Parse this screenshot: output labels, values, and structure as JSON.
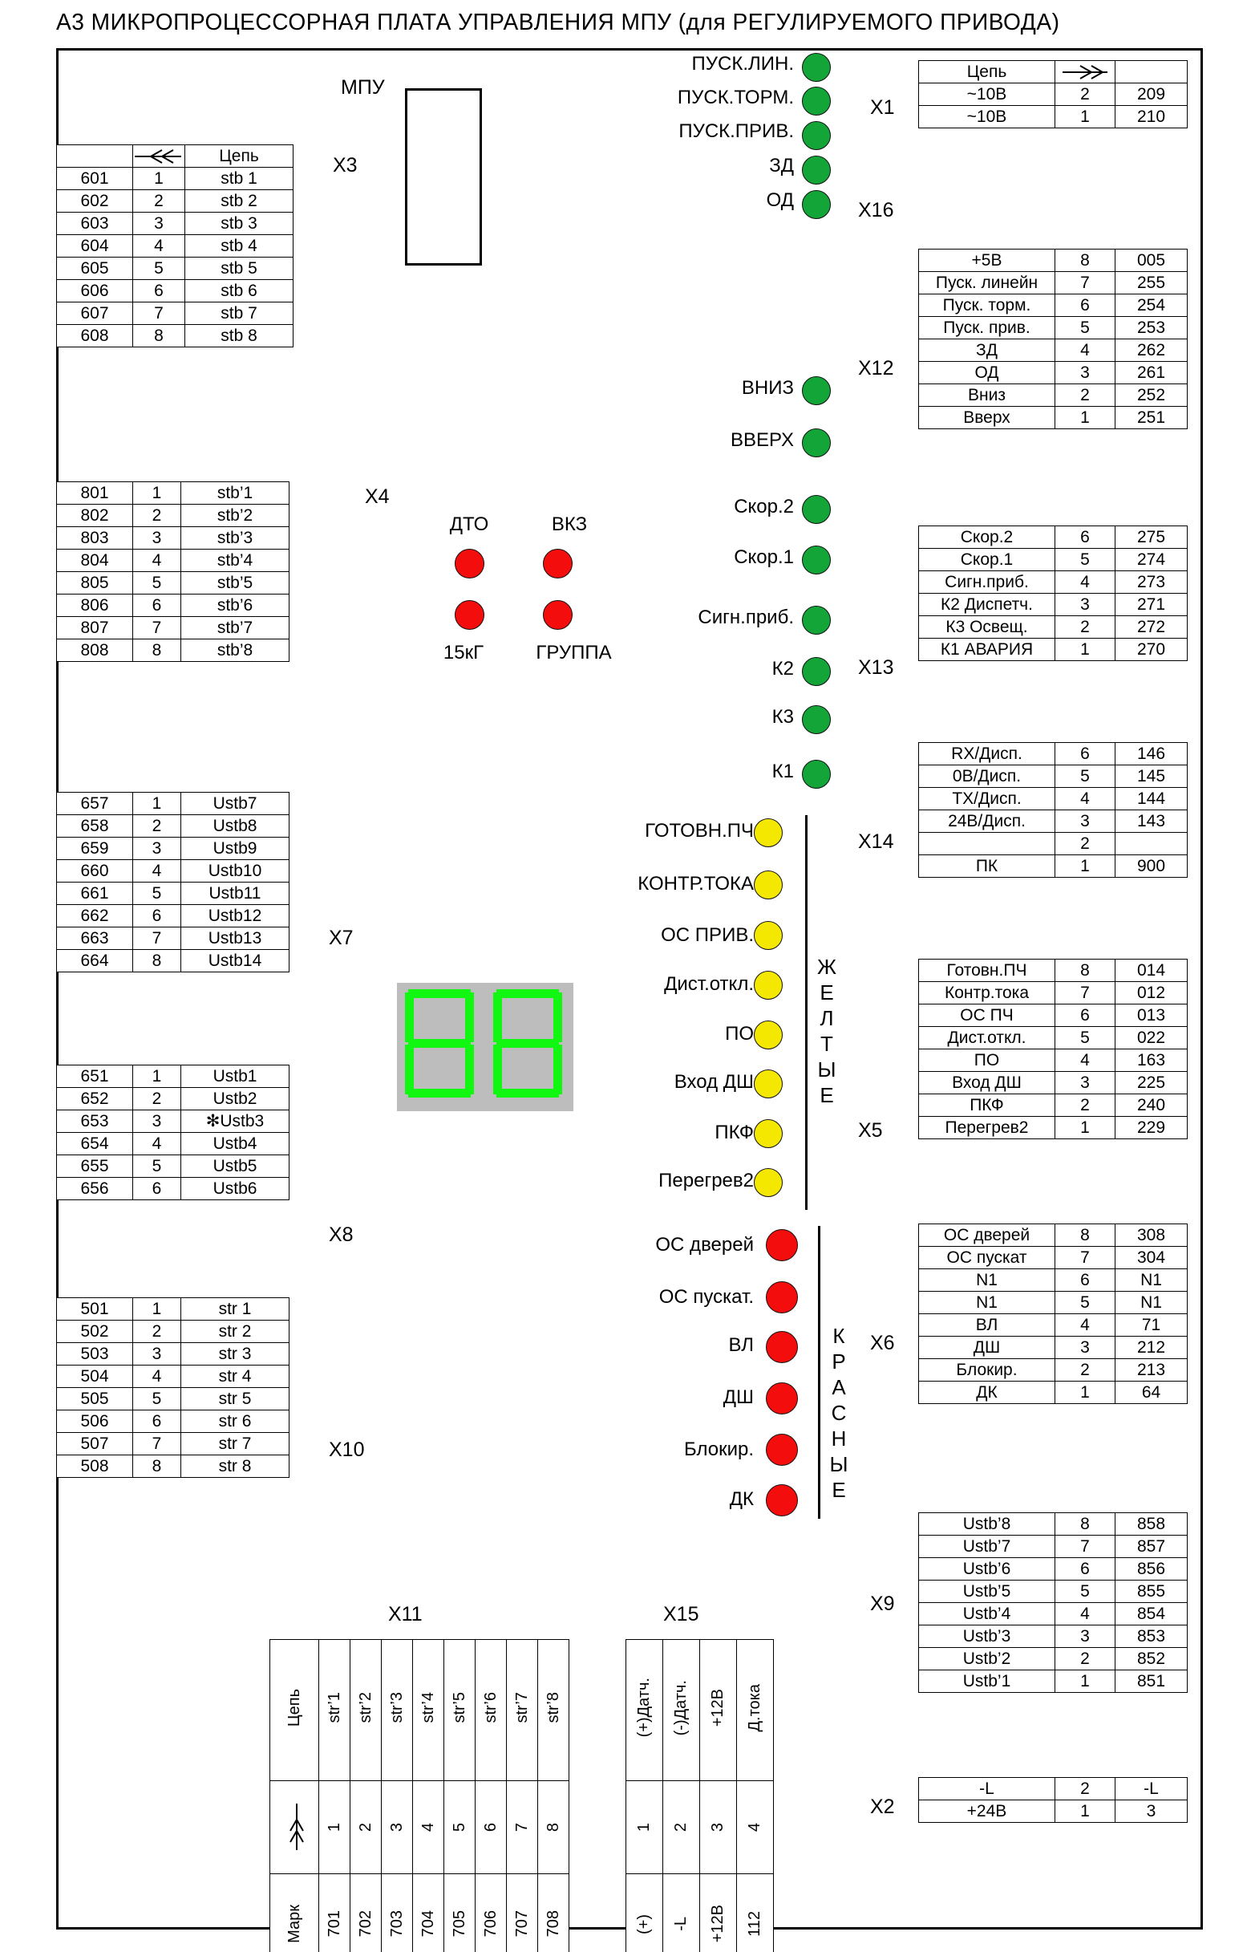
{
  "title": "А3 МИКРОПРОЦЕССОРНАЯ ПЛАТА УПРАВЛЕНИЯ МПУ (для РЕГУЛИРУЕМОГО ПРИВОДА)",
  "mpu_label": "МПУ",
  "captions": {
    "x1": "X1",
    "x2": "X2",
    "x3": "X3",
    "x4": "X4",
    "x5": "X5",
    "x6": "X6",
    "x7": "X7",
    "x8": "X8",
    "x9": "X9",
    "x10": "X10",
    "x11": "X11",
    "x12": "X12",
    "x13": "X13",
    "x14": "X14",
    "x15": "X15",
    "x16": "X16"
  },
  "headers": {
    "cep": "Цепь",
    "mark": "Марк"
  },
  "groups": {
    "yellow": "ЖЕЛТЫЕ",
    "red": "КРАСНЫЕ"
  },
  "indicators": {
    "dto": "ДТО",
    "vk3": "ВКЗ",
    "kg15": "15кГ",
    "gruppa": "ГРУППА"
  },
  "leds": {
    "green_top": [
      "ПУСК.ЛИН.",
      "ПУСК.ТОРМ.",
      "ПУСК.ПРИВ.",
      "ЗД",
      "ОД"
    ],
    "green_mid": [
      "ВНИЗ",
      "ВВЕРХ"
    ],
    "green_low": [
      "Скор.2",
      "Скор.1",
      "Сигн.приб.",
      "К2",
      "К3",
      "К1"
    ],
    "yellow": [
      "ГОТОВН.ПЧ",
      "КОНТР.ТОКА",
      "ОС ПРИВ.",
      "Дист.откл.",
      "ПО",
      "Вход ДШ",
      "ПКФ",
      "Перегрев2"
    ],
    "red": [
      "ОС дверей",
      "ОС пускат.",
      "ВЛ",
      "ДШ",
      "Блокир.",
      "ДК"
    ]
  },
  "tables": {
    "x3": {
      "rows": [
        [
          "601",
          "1",
          "stb 1"
        ],
        [
          "602",
          "2",
          "stb 2"
        ],
        [
          "603",
          "3",
          "stb 3"
        ],
        [
          "604",
          "4",
          "stb 4"
        ],
        [
          "605",
          "5",
          "stb 5"
        ],
        [
          "606",
          "6",
          "stb 6"
        ],
        [
          "607",
          "7",
          "stb 7"
        ],
        [
          "608",
          "8",
          "stb 8"
        ]
      ]
    },
    "x4": {
      "rows": [
        [
          "801",
          "1",
          "stb’1"
        ],
        [
          "802",
          "2",
          "stb’2"
        ],
        [
          "803",
          "3",
          "stb’3"
        ],
        [
          "804",
          "4",
          "stb’4"
        ],
        [
          "805",
          "5",
          "stb’5"
        ],
        [
          "806",
          "6",
          "stb’6"
        ],
        [
          "807",
          "7",
          "stb’7"
        ],
        [
          "808",
          "8",
          "stb’8"
        ]
      ]
    },
    "x7": {
      "rows": [
        [
          "657",
          "1",
          "Ustb7"
        ],
        [
          "658",
          "2",
          "Ustb8"
        ],
        [
          "659",
          "3",
          "Ustb9"
        ],
        [
          "660",
          "4",
          "Ustb10"
        ],
        [
          "661",
          "5",
          "Ustb11"
        ],
        [
          "662",
          "6",
          "Ustb12"
        ],
        [
          "663",
          "7",
          "Ustb13"
        ],
        [
          "664",
          "8",
          "Ustb14"
        ]
      ]
    },
    "x8": {
      "rows": [
        [
          "651",
          "1",
          "Ustb1"
        ],
        [
          "652",
          "2",
          "Ustb2"
        ],
        [
          "653",
          "3",
          "✻Ustb3"
        ],
        [
          "654",
          "4",
          "Ustb4"
        ],
        [
          "655",
          "5",
          "Ustb5"
        ],
        [
          "656",
          "6",
          "Ustb6"
        ]
      ]
    },
    "x10": {
      "rows": [
        [
          "501",
          "1",
          "str 1"
        ],
        [
          "502",
          "2",
          "str 2"
        ],
        [
          "503",
          "3",
          "str 3"
        ],
        [
          "504",
          "4",
          "str 4"
        ],
        [
          "505",
          "5",
          "str 5"
        ],
        [
          "506",
          "6",
          "str 6"
        ],
        [
          "507",
          "7",
          "str 7"
        ],
        [
          "508",
          "8",
          "str 8"
        ]
      ]
    },
    "x1": {
      "rows": [
        [
          "~10В",
          "2",
          "209"
        ],
        [
          "~10В",
          "1",
          "210"
        ]
      ]
    },
    "x12": {
      "rows": [
        [
          "+5В",
          "8",
          "005"
        ],
        [
          "Пуск. линейн",
          "7",
          "255"
        ],
        [
          "Пуск. торм.",
          "6",
          "254"
        ],
        [
          "Пуск. прив.",
          "5",
          "253"
        ],
        [
          "ЗД",
          "4",
          "262"
        ],
        [
          "ОД",
          "3",
          "261"
        ],
        [
          "Вниз",
          "2",
          "252"
        ],
        [
          "Вверх",
          "1",
          "251"
        ]
      ]
    },
    "x13": {
      "rows": [
        [
          "Скор.2",
          "6",
          "275"
        ],
        [
          "Скор.1",
          "5",
          "274"
        ],
        [
          "Сигн.приб.",
          "4",
          "273"
        ],
        [
          "К2 Диспетч.",
          "3",
          "271"
        ],
        [
          "К3 Освещ.",
          "2",
          "272"
        ],
        [
          "К1 АВАРИЯ",
          "1",
          "270"
        ]
      ]
    },
    "x14": {
      "rows": [
        [
          "RX/Дисп.",
          "6",
          "146"
        ],
        [
          "0В/Дисп.",
          "5",
          "145"
        ],
        [
          "TX/Дисп.",
          "4",
          "144"
        ],
        [
          "24В/Дисп.",
          "3",
          "143"
        ],
        [
          "",
          "2",
          ""
        ],
        [
          "ПК",
          "1",
          "900"
        ]
      ]
    },
    "x5": {
      "rows": [
        [
          "Готовн.ПЧ",
          "8",
          "014"
        ],
        [
          "Контр.тока",
          "7",
          "012"
        ],
        [
          "ОС ПЧ",
          "6",
          "013"
        ],
        [
          "Дист.откл.",
          "5",
          "022"
        ],
        [
          "ПО",
          "4",
          "163"
        ],
        [
          "Вход ДШ",
          "3",
          "225"
        ],
        [
          "ПКФ",
          "2",
          "240"
        ],
        [
          "Перегрев2",
          "1",
          "229"
        ]
      ]
    },
    "x6": {
      "rows": [
        [
          "ОС дверей",
          "8",
          "308"
        ],
        [
          "ОС пускат",
          "7",
          "304"
        ],
        [
          "N1",
          "6",
          "N1"
        ],
        [
          "N1",
          "5",
          "N1"
        ],
        [
          "ВЛ",
          "4",
          "71"
        ],
        [
          "ДШ",
          "3",
          "212"
        ],
        [
          "Блокир.",
          "2",
          "213"
        ],
        [
          "ДК",
          "1",
          "64"
        ]
      ]
    },
    "x9": {
      "rows": [
        [
          "Ustb’8",
          "8",
          "858"
        ],
        [
          "Ustb’7",
          "7",
          "857"
        ],
        [
          "Ustb’6",
          "6",
          "856"
        ],
        [
          "Ustb’5",
          "5",
          "855"
        ],
        [
          "Ustb’4",
          "4",
          "854"
        ],
        [
          "Ustb’3",
          "3",
          "853"
        ],
        [
          "Ustb’2",
          "2",
          "852"
        ],
        [
          "Ustb’1",
          "1",
          "851"
        ]
      ]
    },
    "x2": {
      "rows": [
        [
          "-L",
          "2",
          "-L"
        ],
        [
          "+24В",
          "1",
          "3"
        ]
      ]
    },
    "x11": {
      "row_cep": [
        "str’1",
        "str’2",
        "str’3",
        "str’4",
        "str’5",
        "str’6",
        "str’7",
        "str’8"
      ],
      "row_num": [
        "1",
        "2",
        "3",
        "4",
        "5",
        "6",
        "7",
        "8"
      ],
      "row_mark": [
        "701",
        "702",
        "703",
        "704",
        "705",
        "706",
        "707",
        "708"
      ]
    },
    "x15": {
      "row_cep": [
        "(+)Датч.",
        "(-)Датч.",
        "+12В",
        "Д.тока"
      ],
      "row_num": [
        "1",
        "2",
        "3",
        "4"
      ],
      "row_mark": [
        "(+)",
        "-L",
        "+12В",
        "112"
      ]
    }
  },
  "colors": {
    "green": "#13a538",
    "yellow": "#f5e800",
    "red": "#f40d0d",
    "display_bg": "#bdbdbd",
    "segment": "#12f712"
  }
}
